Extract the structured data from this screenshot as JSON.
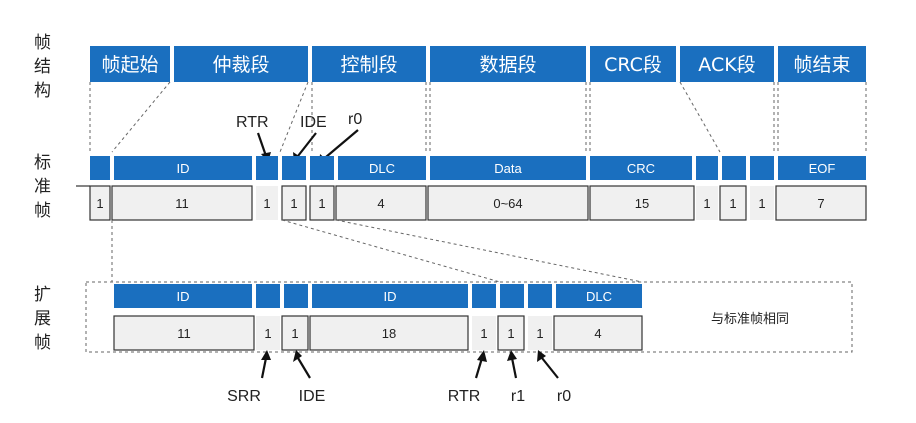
{
  "side_labels": {
    "frame_structure": [
      "帧",
      "结",
      "构"
    ],
    "standard_frame": [
      "标",
      "准",
      "帧"
    ],
    "extended_frame": [
      "扩",
      "展",
      "帧"
    ]
  },
  "header_segments": [
    "帧起始",
    "仲裁段",
    "控制段",
    "数据段",
    "CRC段",
    "ACK段",
    "帧结束"
  ],
  "standard_bar_labels": [
    "ID",
    "DLC",
    "Data",
    "CRC",
    "EOF"
  ],
  "standard_cells": [
    "1",
    "11",
    "1",
    "1",
    "1",
    "4",
    "0~64",
    "15",
    "1",
    "1",
    "1",
    "7"
  ],
  "standard_annotations": [
    "RTR",
    "IDE",
    "r0"
  ],
  "extended_bar_labels": [
    "ID",
    "ID",
    "DLC"
  ],
  "extended_cells": [
    "11",
    "1",
    "1",
    "18",
    "1",
    "1",
    "1",
    "4"
  ],
  "extended_annotations": [
    "SRR",
    "IDE",
    "RTR",
    "r1",
    "r0"
  ],
  "same_as_standard_note": "与标准帧相同",
  "colors": {
    "accent": "#1a6fbf",
    "cell_fill": "#f0f0f0",
    "outline": "#333333"
  }
}
